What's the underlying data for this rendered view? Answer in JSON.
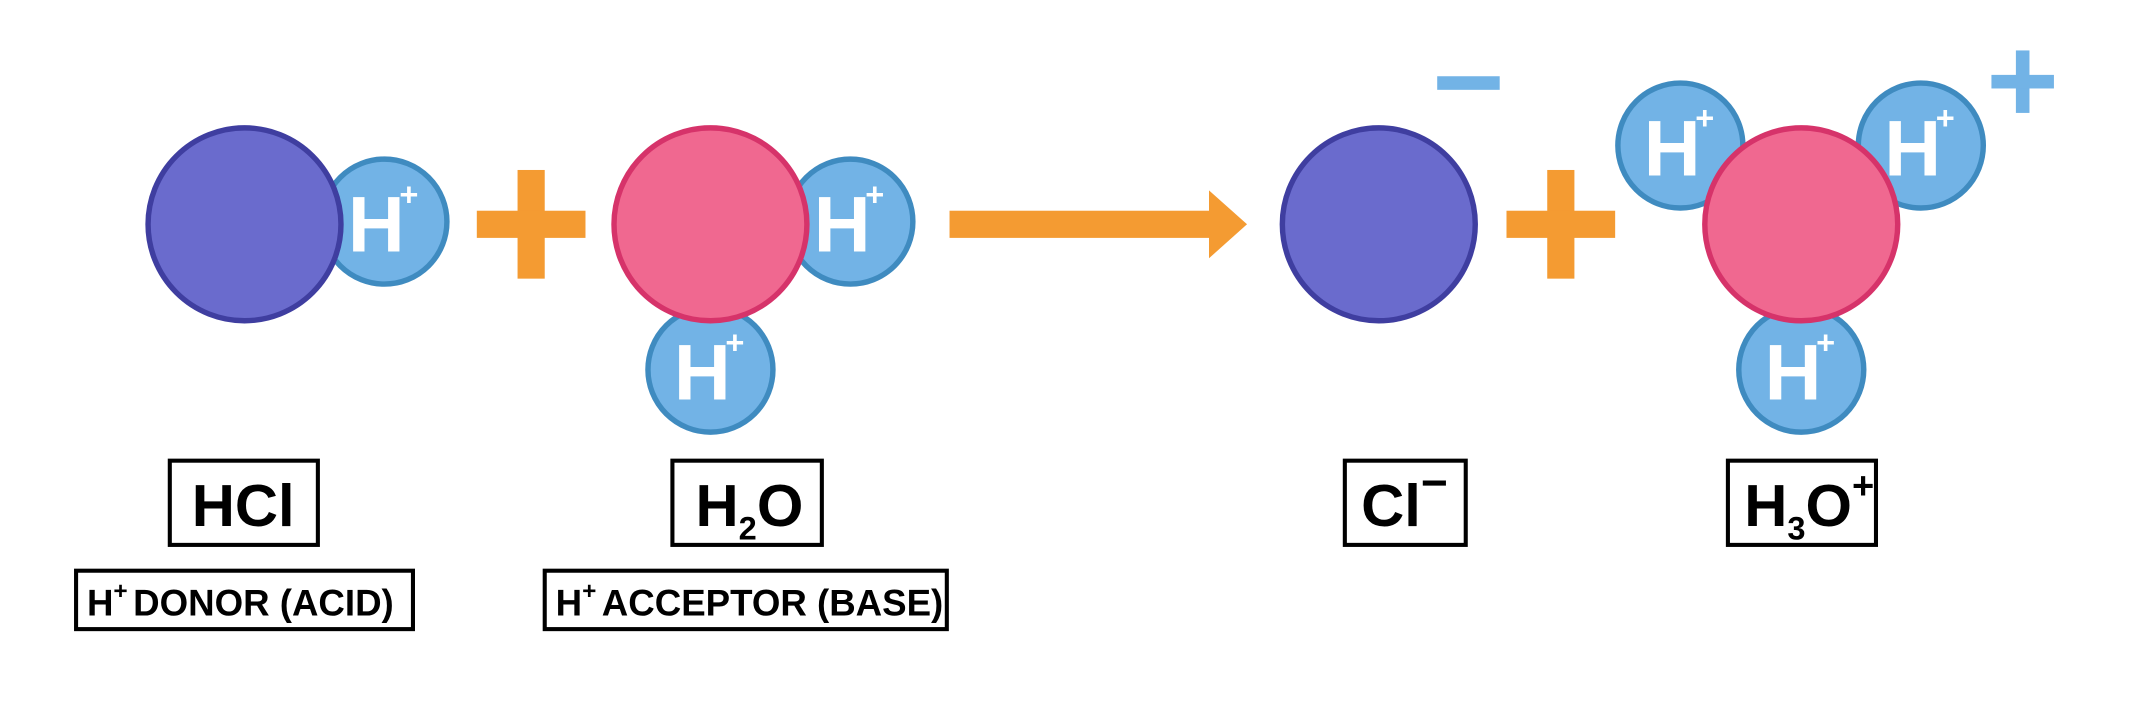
{
  "colors": {
    "chlorine_fill": "#6a6bcd",
    "chlorine_stroke": "#3f3ea0",
    "oxygen_fill": "#f06890",
    "oxygen_stroke": "#d6336a",
    "hydrogen_fill": "#72b3e6",
    "hydrogen_stroke": "#3f8bc0",
    "operator": "#f49b32",
    "charge": "#72b3e6"
  },
  "atom": {
    "h": "H",
    "plus": "+"
  },
  "labels": {
    "hcl": "HCl",
    "h2o_h": "H",
    "h2o_sub": "2",
    "h2o_o": "O",
    "cl_ion": "Cl",
    "cl_charge": "−",
    "h3o_h": "H",
    "h3o_sub": "3",
    "h3o_o": "O",
    "h3o_charge": "+",
    "donor_h": "H",
    "donor_plus": "+",
    "donor_text": "DONOR (ACID)",
    "acceptor_h": "H",
    "acceptor_plus": "+",
    "acceptor_text": "ACCEPTOR (BASE)"
  }
}
